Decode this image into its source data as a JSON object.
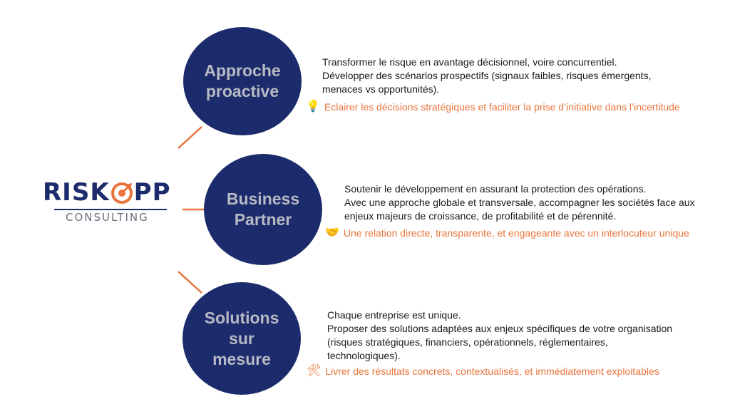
{
  "logo": {
    "name": "RISKOPP",
    "prefix": "RISK",
    "suffix": "PP",
    "subtitle": "CONSULTING"
  },
  "colors": {
    "navy": "#1c2b6b",
    "accent": "#e8743b",
    "circle_text": "#b7bac4"
  },
  "pillars": [
    {
      "title": "Approche\nproactive",
      "lines": [
        "Transformer le risque en avantage décisionnel, voire concurrentiel.",
        "Développer des scénarios prospectifs (signaux faibles, risques émergents,",
        "menaces vs opportunités)."
      ],
      "highlight": "Eclairer les décisions stratégiques et faciliter la prise d’initiative dans l’incertitude",
      "icon": "lightbulb-icon"
    },
    {
      "title": "Business\nPartner",
      "lines": [
        "Soutenir le développement en assurant la protection des opérations.",
        "Avec une approche globale et transversale, accompagner les sociétés face aux",
        "enjeux majeurs de croissance, de profitabilité et de pérennité."
      ],
      "highlight": "Une relation directe, transparente, et engageante avec un interlocuteur unique",
      "icon": "handshake-icon"
    },
    {
      "title": "Solutions\nsur\nmesure",
      "lines": [
        "Chaque entreprise est unique.",
        "Proposer des solutions adaptées aux enjeux spécifiques de votre organisation",
        "(risques stratégiques, financiers, opérationnels, réglementaires,",
        "technologiques)."
      ],
      "highlight": "Livrer des résultats concrets, contextualisés, et immédiatement exploitables",
      "icon": "tools-icon"
    }
  ]
}
